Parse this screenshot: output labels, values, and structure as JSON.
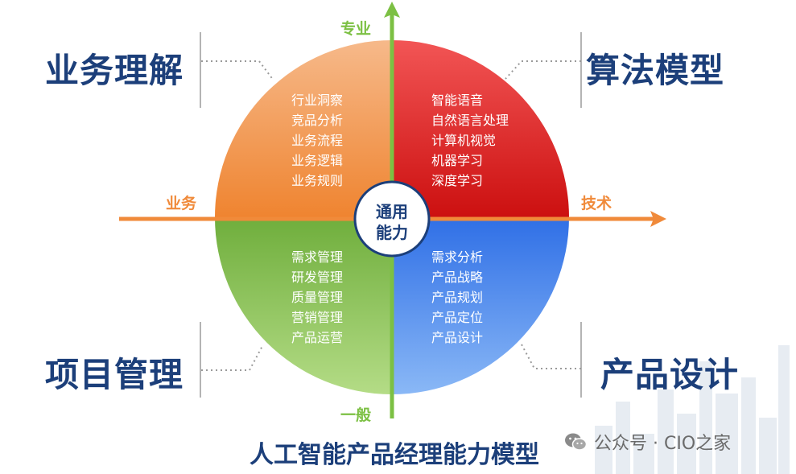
{
  "center": {
    "line1": "通用",
    "line2": "能力"
  },
  "axes": {
    "top": "专业",
    "bottom": "一般",
    "left": "业务",
    "right": "技术"
  },
  "quadrants": {
    "top_left": {
      "title": "业务理解",
      "items": [
        "行业洞察",
        "竞品分析",
        "业务流程",
        "业务逻辑",
        "业务规则"
      ],
      "color": "#f08a3a"
    },
    "top_right": {
      "title": "算法模型",
      "items": [
        "智能语音",
        "自然语言处理",
        "计算机视觉",
        "机器学习",
        "深度学习"
      ],
      "color": "#d81e1e"
    },
    "bottom_left": {
      "title": "项目管理",
      "items": [
        "需求管理",
        "研发管理",
        "质量管理",
        "营销管理",
        "产品运营"
      ],
      "color": "#7cb84a"
    },
    "bottom_right": {
      "title": "产品设计",
      "items": [
        "需求分析",
        "产品战略",
        "产品规划",
        "产品定位",
        "产品设计"
      ],
      "color": "#3a7ef0"
    }
  },
  "colors": {
    "title": "#1c3f7a",
    "axis_vertical": "#7cc043",
    "axis_horizontal": "#f08a3a"
  },
  "bottom_title": "人工智能产品经理能力模型",
  "watermark": {
    "icon": "wechat-icon",
    "text": "公众号 · CIO之家"
  }
}
